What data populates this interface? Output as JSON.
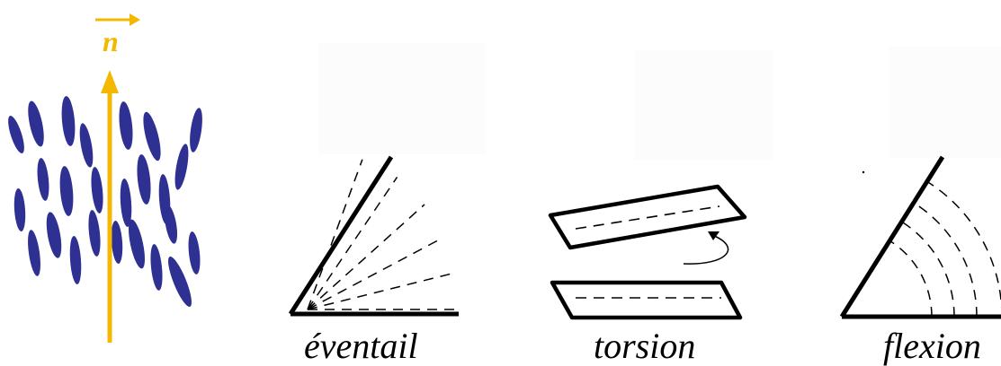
{
  "director": {
    "label": "n",
    "arrow_color": "#F5B800",
    "molecule_color": "#2E3192"
  },
  "deformations": [
    {
      "key": "splay",
      "caption": "éventail"
    },
    {
      "key": "twist",
      "caption": "torsion"
    },
    {
      "key": "bend",
      "caption": "flexion"
    }
  ]
}
